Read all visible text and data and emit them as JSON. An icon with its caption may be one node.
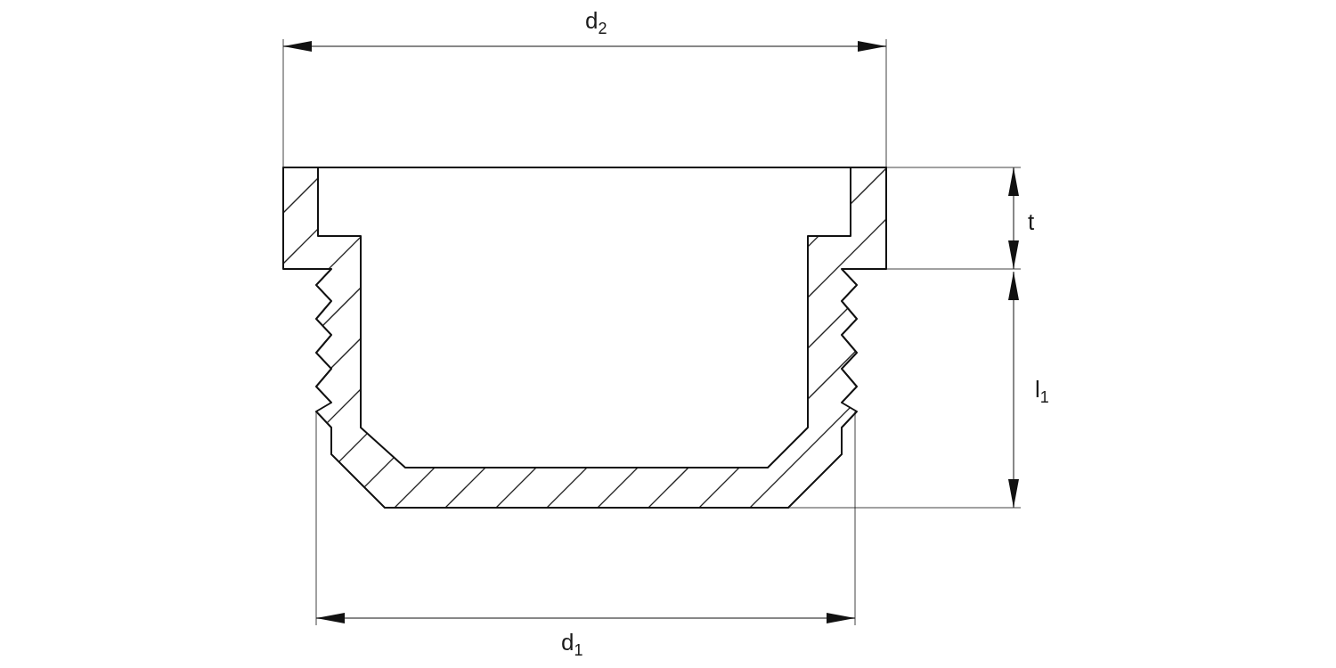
{
  "diagram": {
    "labels": [
      "d$_{2}$",
      "t",
      "l$_{1}$",
      "d$_{1}$"
    ]
  }
}
